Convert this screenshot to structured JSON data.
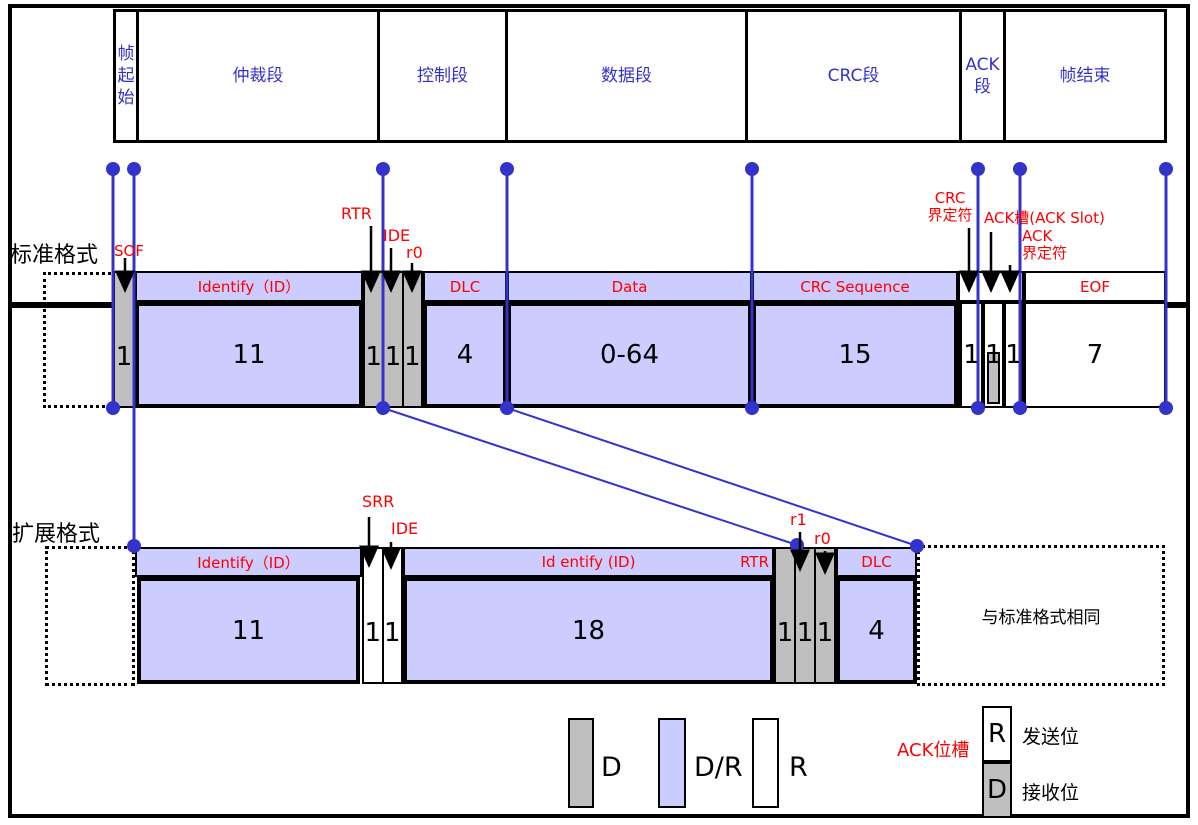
{
  "palette": {
    "field_lavender": "#ccccff",
    "field_gray": "#bfbfbf",
    "connector_blue": "#3333cc",
    "annotation_red": "#ff0000",
    "header_text_blue": "#3333cc"
  },
  "header_table": {
    "segments": [
      {
        "label": "帧起始"
      },
      {
        "label": "仲裁段"
      },
      {
        "label": "控制段"
      },
      {
        "label": "数据段"
      },
      {
        "label": "CRC段"
      },
      {
        "label": "ACK段"
      },
      {
        "label": "帧结束"
      }
    ]
  },
  "standard": {
    "title": "标准格式",
    "sof_label": "SOF",
    "rtr_label": "RTR",
    "ide_label": "IDE",
    "r0_label": "r0",
    "crc_delim_line1": "CRC",
    "crc_delim_line2": "界定符",
    "ack_slot_label": "ACK槽(ACK Slot)",
    "ack_delim_line1": "ACK",
    "ack_delim_line2": "界定符",
    "bands": {
      "identify": "Identify（ID）",
      "dlc": "DLC",
      "data": "Data",
      "crc": "CRC Sequence",
      "eof": "EOF"
    },
    "bits": {
      "sof": "1",
      "identify": "11",
      "rtr": "1",
      "ide": "1",
      "r0": "1",
      "dlc": "4",
      "data": "0-64",
      "crc": "15",
      "crc_delim": "1",
      "ack_slot": "1",
      "ack_delim": "1",
      "eof": "7"
    }
  },
  "extended": {
    "title": "扩展格式",
    "srr_label": "SRR",
    "ide_label": "IDE",
    "r1_label": "r1",
    "r0_label": "r0",
    "bands": {
      "identify": "Identify（ID）",
      "identify2": "Id entify (ID)",
      "rtr": "RTR",
      "dlc": "DLC"
    },
    "bits": {
      "identify": "11",
      "srr": "1",
      "ide": "1",
      "identify2": "18",
      "rtr": "1",
      "r1": "1",
      "r0": "1",
      "dlc": "4"
    },
    "same_note": "与标准格式相同"
  },
  "legend": {
    "d": "D",
    "dr": "D/R",
    "r": "R",
    "ack_slot_title": "ACK位槽",
    "send_letter": "R",
    "send_label": "发送位",
    "receive_letter": "D",
    "receive_label": "接收位"
  }
}
